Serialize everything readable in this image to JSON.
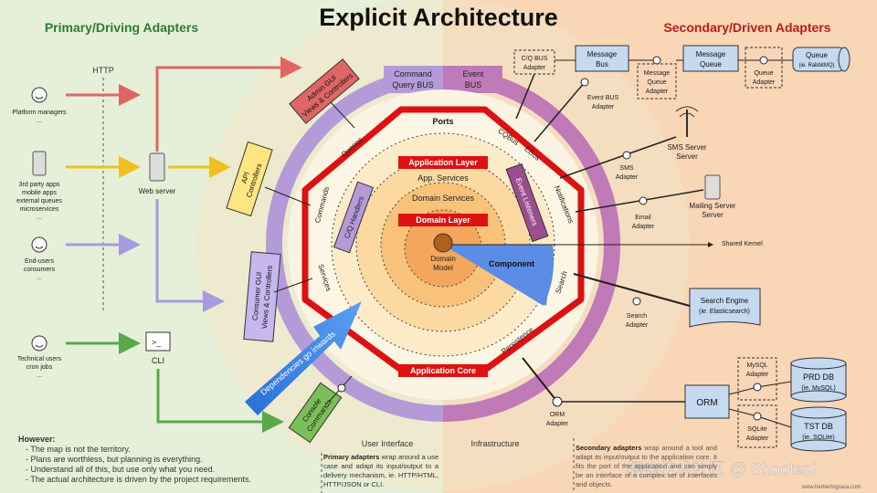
{
  "title": "Explicit Architecture",
  "sides": {
    "left": "Primary/Driving Adapters",
    "right": "Secondary/Driven Adapters"
  },
  "http_label": "HTTP",
  "actors": [
    {
      "label": "Platform managers",
      "extra": "..."
    },
    {
      "label": "3rd party apps",
      "extra2": "mobile apps",
      "extra3": "external queues",
      "extra4": "microservices",
      "extra": "..."
    },
    {
      "label": "End-users",
      "extra2": "consumers",
      "extra": "..."
    },
    {
      "label": "Technical users",
      "extra2": "cron jobs",
      "extra": "..."
    }
  ],
  "servers": {
    "web": "Web server",
    "cli": "CLI",
    "sms": "SMS Server",
    "mail": "Mailing Server"
  },
  "primary_adapters": [
    {
      "l1": "Admin GUI",
      "l2": "Views & Controllers"
    },
    {
      "l1": "API",
      "l2": "Controllers"
    },
    {
      "l1": "Consumer GUI",
      "l2": "Views & Controllers"
    },
    {
      "l1": "Console",
      "l2": "Commands"
    }
  ],
  "buses": {
    "command": "Command",
    "command2": "Query BUS",
    "event": "Event",
    "event2": "BUS"
  },
  "layers": {
    "ports": "Ports",
    "application_layer": "Application Layer",
    "app_services": "App. Services",
    "domain_services": "Domain Services",
    "domain_layer": "Domain Layer",
    "domain_model": "Domain",
    "domain_model2": "Model",
    "component": "Component",
    "application_core": "Application Core",
    "shared_kernel": "Shared Kernel"
  },
  "ports": {
    "queries": "Queries",
    "commands": "Commands",
    "services": "Services",
    "cqbus": "CQBus",
    "ebus": "EBus",
    "notifications": "Notifications",
    "search": "Search",
    "persistence": "Persistence"
  },
  "inner": {
    "cq_handlers": "C/Q Handlers",
    "event_listeners": "Event Listeners"
  },
  "arrow_text": "Dependencies go inwards",
  "secondary_adapters": {
    "cqbus": {
      "l1": "C/Q BUS",
      "l2": "Adapter"
    },
    "message_bus": {
      "l1": "Message",
      "l2": "Bus"
    },
    "message_queue_adapter": {
      "l1": "Message",
      "l2": "Queue",
      "l3": "Adapter"
    },
    "message_queue": {
      "l1": "Message",
      "l2": "Queue"
    },
    "queue_adapter": {
      "l1": "Queue",
      "l2": "Adapter"
    },
    "queue": {
      "l1": "Queue",
      "l2": "(ie. RabbitMQ)"
    },
    "event_bus_adapter": {
      "l1": "Event BUS",
      "l2": "Adapter"
    },
    "sms_adapter": {
      "l1": "SMS",
      "l2": "Adapter"
    },
    "email_adapter": {
      "l1": "Email",
      "l2": "Adapter"
    },
    "search_adapter": {
      "l1": "Search",
      "l2": "Adapter"
    },
    "search_engine": {
      "l1": "Search Engine",
      "l2": "(ie. Elasticsearch)"
    },
    "orm_adapter": {
      "l1": "ORM",
      "l2": "Adapter"
    },
    "orm": "ORM",
    "mysql_adapter": {
      "l1": "MySQL",
      "l2": "Adapter"
    },
    "sqlite_adapter": {
      "l1": "SQLite",
      "l2": "Adapter"
    },
    "prd_db": {
      "l1": "PRD DB",
      "l2": "(ie. MySQL)"
    },
    "tst_db": {
      "l1": "TST DB",
      "l2": "(ie. SQLite)"
    }
  },
  "zones": {
    "ui": "User Interface",
    "infra": "Infrastructure"
  },
  "however": {
    "title": "However:",
    "items": [
      "- The map is not the territory.",
      "- Plans are worthless, but planning is everything.",
      "- Understand all of this, but use only what you need.",
      "- The actual architecture is driven by the project requirements."
    ]
  },
  "primary_note": {
    "bold": "Primary adapters",
    "text": "wrap around a use case and adapt its input/output to a delivery mechanism, ie. HTTP/HTML, HTTP/JSON or CLI."
  },
  "secondary_note": {
    "bold": "Secondary adapters",
    "text": "wrap around a tool and adapt its input/output to the application core. It fits the port of the application and can simply be an interface of a complex set of interfaces and objects."
  },
  "watermark": "掘金技术社区 @ ShooterJ",
  "credit": "www.herbertograca.com",
  "colors": {
    "left_bg": "#e6efd8",
    "right_bg": "#f8d6b6",
    "ring_red": "#dd1111",
    "bus_purple": "#b49bd8",
    "event_purple": "#c07ab8"
  }
}
